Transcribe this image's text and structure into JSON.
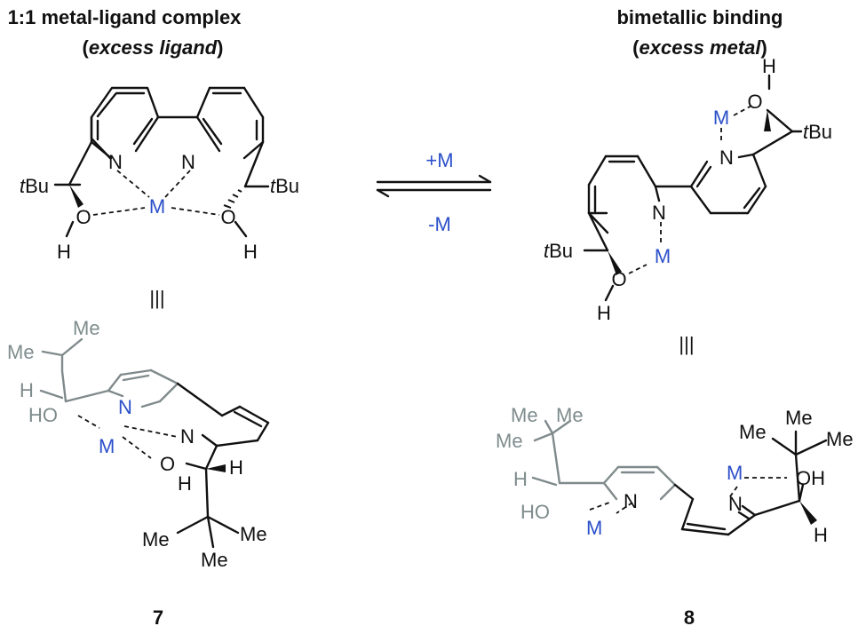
{
  "left": {
    "title_line1": "1:1 metal-ligand complex",
    "title_line2_open": "(",
    "title_line2_em": "excess ligand",
    "title_line2_close": ")",
    "compound": "7"
  },
  "right": {
    "title_line1": "bimetallic binding",
    "title_line2_open": "(",
    "title_line2_em": "excess metal",
    "title_line2_close": ")",
    "compound": "8"
  },
  "equilibrium": {
    "forward": "+M",
    "reverse": "-M"
  },
  "equiv_symbol": "|||",
  "atoms": {
    "N": "N",
    "O": "O",
    "H": "H",
    "M": "M",
    "OH": "OH",
    "HO": "HO",
    "Me": "Me",
    "tBu_t": "t",
    "tBu_Bu": "Bu"
  },
  "colors": {
    "metal": "#2b4fc9",
    "gray": "#7f8c8d",
    "ink": "#111111"
  }
}
